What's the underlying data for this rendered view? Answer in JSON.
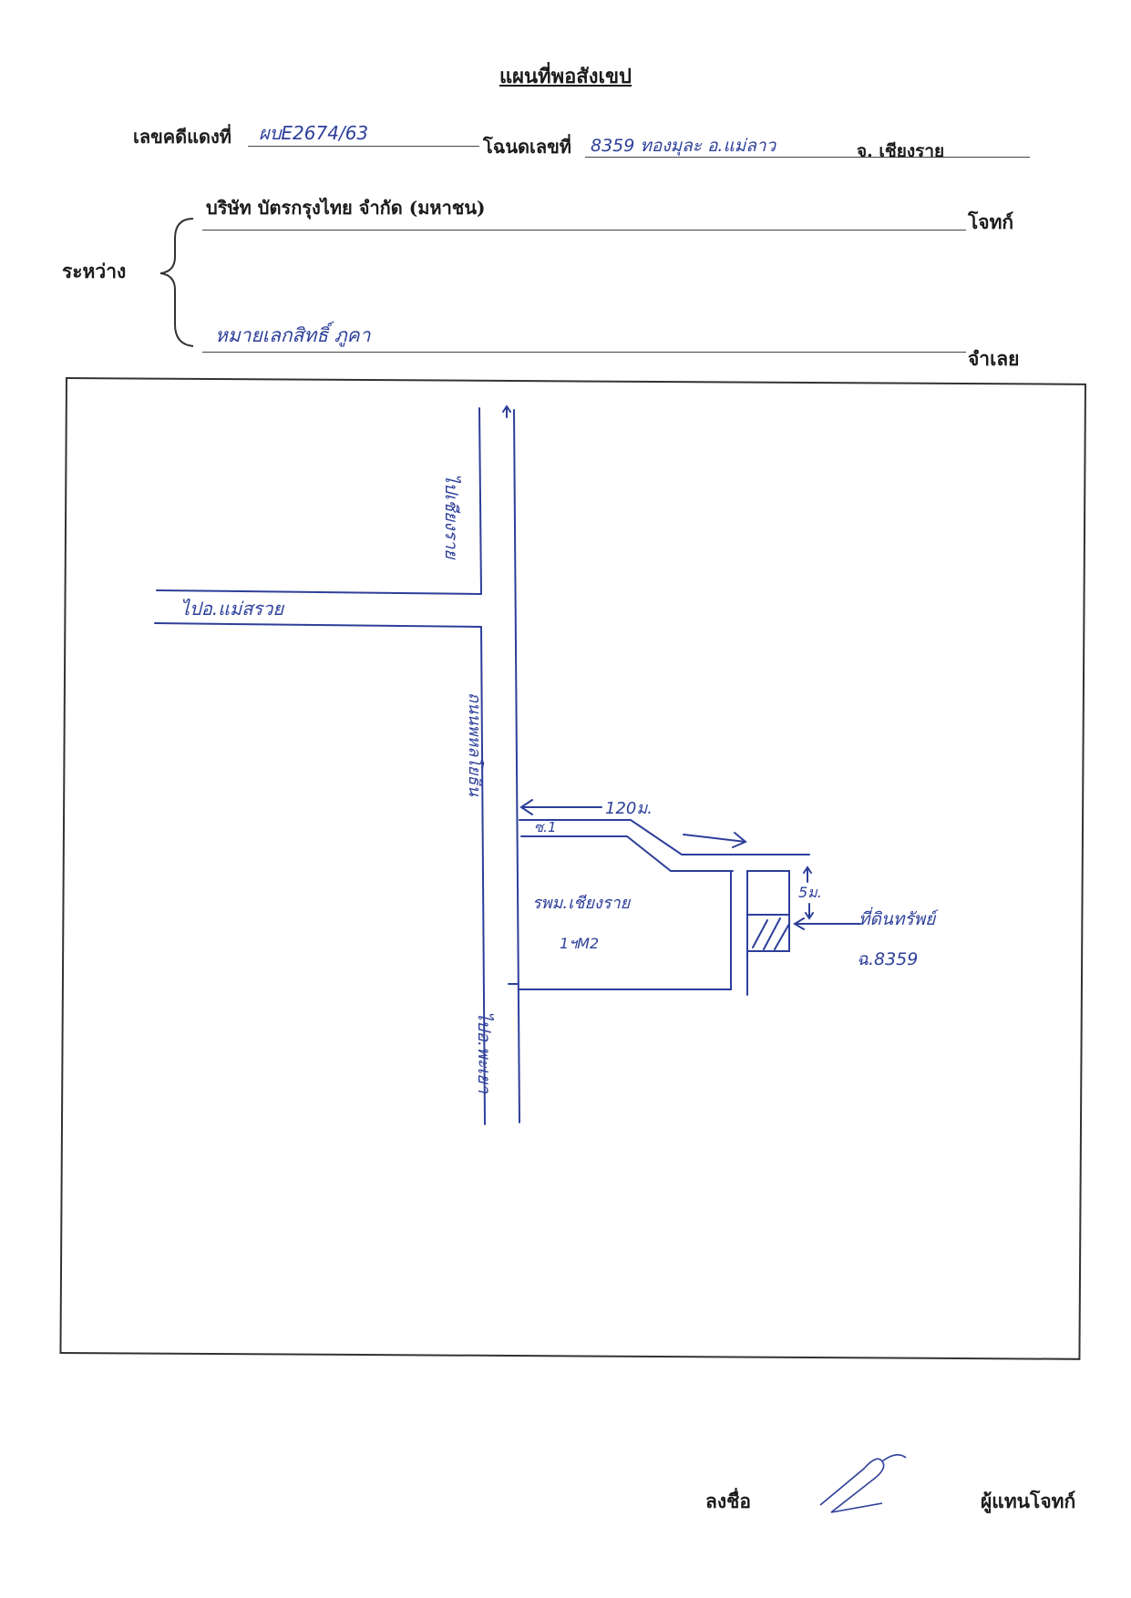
{
  "header": {
    "title": "แผนที่พอสังเขป",
    "case_label": "เลขคดีแดงที่",
    "case_value": "ผบE2674/63",
    "deed_label": "โฉนดเลขที่",
    "deed_value": "8359 ทองมุละ อ.แม่ลาว",
    "province": "จ. เชียงราย"
  },
  "parties": {
    "between_label": "ระหว่าง",
    "plaintiff_name": "บริษัท บัตรกรุงไทย  จำกัด (มหาชน)",
    "plaintiff_label": "โจทก์",
    "defendant_name": "หมายเลกสิทธิ์ ภูคา",
    "defendant_label": "จำเลย"
  },
  "map": {
    "road_north_label": "ไปเชียงราย",
    "road_west_label": "ไปอ.แม่สรวย",
    "main_road_label": "ถนนพหลโยธิน",
    "road_south_label": "ไปอ.พะเยา",
    "distance_label": "120ม.",
    "lane_label": "ซ.1",
    "school_label_line1": "รพม.เชียงราย",
    "school_label_line2": "1ฯM2",
    "width_label": "5ม.",
    "plot_label_line1": "ที่ดินทรัพย์",
    "plot_label_line2": "ฉ.8359"
  },
  "footer": {
    "sign_label": "ลงชื่อ",
    "rep_label": "ผู้แทนโจทก์"
  },
  "colors": {
    "ink": "#2d3f9a",
    "print": "#1b1b1b"
  }
}
